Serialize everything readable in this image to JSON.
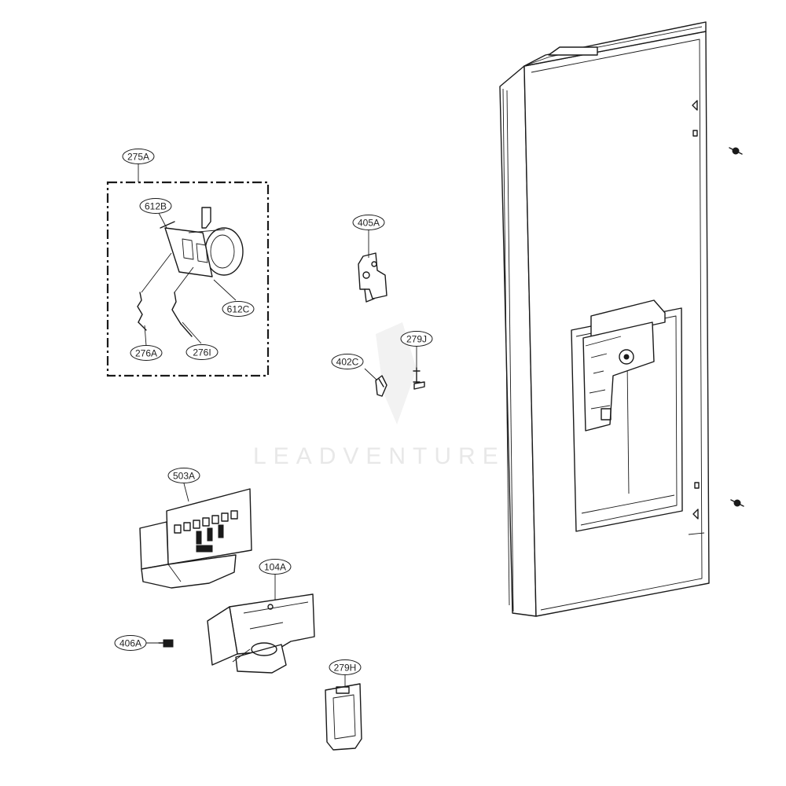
{
  "watermark": "LEADVENTURE",
  "labels": {
    "l275A": "275A",
    "l612B": "612B",
    "l612C": "612C",
    "l276A": "276A",
    "l276I": "276I",
    "l405A": "405A",
    "l279J": "279J",
    "l402C": "402C",
    "l503A": "503A",
    "l104A": "104A",
    "l406A": "406A",
    "l279H": "279H"
  }
}
